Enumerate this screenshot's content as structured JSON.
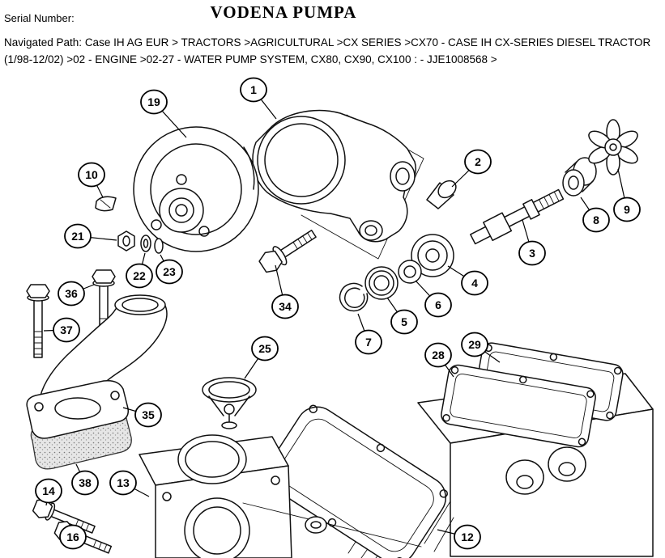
{
  "header": {
    "serial_number_label": "Serial Number:",
    "title": "VODENA PUMPA",
    "navigated_path": "Navigated Path: Case IH AG EUR > TRACTORS >AGRICULTURAL >CX SERIES >CX70 - CASE IH CX-SERIES DIESEL TRACTOR (1/98-12/02) >02 - ENGINE >02-27 - WATER PUMP SYSTEM, CX80, CX90, CX100 : - JJE1008568 >"
  },
  "diagram": {
    "type": "exploded-parts-diagram",
    "colors": {
      "background": "#ffffff",
      "line_art": "#000000"
    },
    "callouts": {
      "n1": "1",
      "n2": "2",
      "n3": "3",
      "n4": "4",
      "n5": "5",
      "n6": "6",
      "n7": "7",
      "n8": "8",
      "n9": "9",
      "n10": "10",
      "n12": "12",
      "n13": "13",
      "n14": "14",
      "n16": "16",
      "n19": "19",
      "n21": "21",
      "n22": "22",
      "n23": "23",
      "n25": "25",
      "n28": "28",
      "n29": "29",
      "n34": "34",
      "n35": "35",
      "n36": "36",
      "n37": "37",
      "n38": "38"
    }
  }
}
